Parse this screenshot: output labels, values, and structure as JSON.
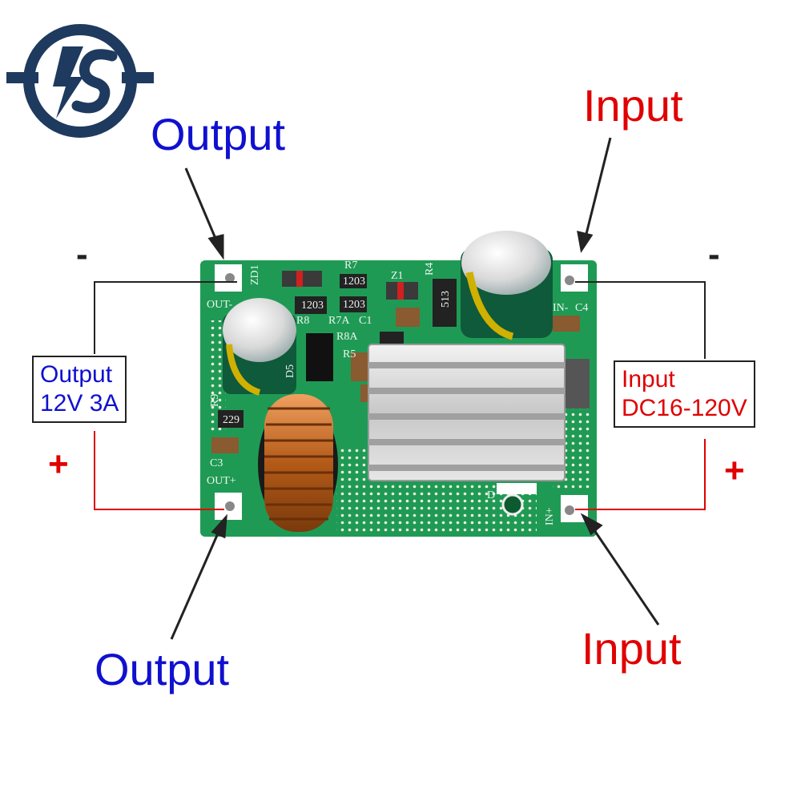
{
  "brand": {
    "logo_text": "IS",
    "color": "#1f3a5f"
  },
  "labels": {
    "output_top": "Output",
    "output_bottom": "Output",
    "input_top": "Input",
    "input_bottom": "Input",
    "output_box_line1": "Output",
    "output_box_line2": "12V 3A",
    "input_box_line1": "Input",
    "input_box_line2": "DC16-120V"
  },
  "signs": {
    "output_minus": "-",
    "output_plus": "+",
    "input_minus": "-",
    "input_plus": "+"
  },
  "pcb_silkscreen": {
    "zd1": "ZD1",
    "r7": "R7",
    "z1": "Z1",
    "r4": "R4",
    "out_minus": "OUT-",
    "r8": "R8",
    "r7a": "R7A",
    "c1": "C1",
    "r8a": "R8A",
    "r5": "R5",
    "d5": "D5",
    "r9": "R9",
    "c3": "C3",
    "out_plus": "OUT+",
    "in_minus": "IN-",
    "c4": "C4",
    "in_plus": "IN+",
    "cap_mark_top": "513",
    "cap_small_1": "1203",
    "cap_small_2": "1203",
    "cap_small_3": "1203",
    "cap_small_4": "229",
    "cap_bottom_text": "D"
  },
  "colors": {
    "output_text": "#1010d0",
    "input_text": "#e00000",
    "pcb_green": "#1f9a55",
    "wire_black": "#222222",
    "wire_red": "#e00000"
  }
}
